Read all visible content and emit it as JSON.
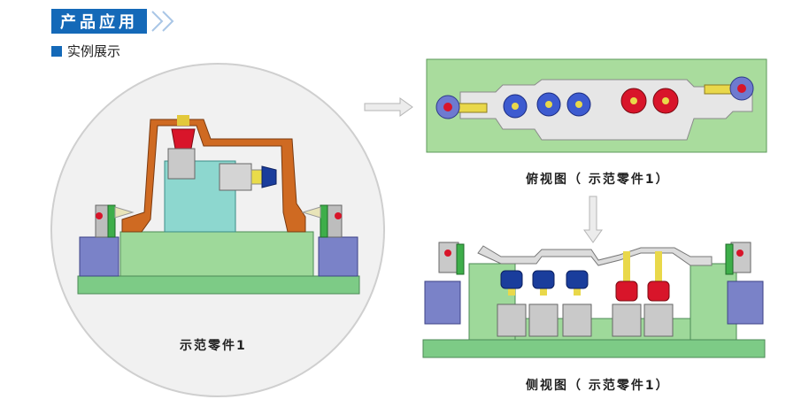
{
  "section_title": "产品应用",
  "subsection_label": "实例展示",
  "circle_caption": "示范零件1",
  "top_view_caption": "俯视图（ 示范零件1）",
  "side_view_caption": "侧视图（ 示范零件1）",
  "colors": {
    "brand_blue": "#1469b8",
    "base_green": "#7dcb86",
    "plate_green": "#9ed99a",
    "orange": "#cf6a22",
    "cyl_blue": "#1a3d9c",
    "cyl_red": "#d8152a"
  }
}
